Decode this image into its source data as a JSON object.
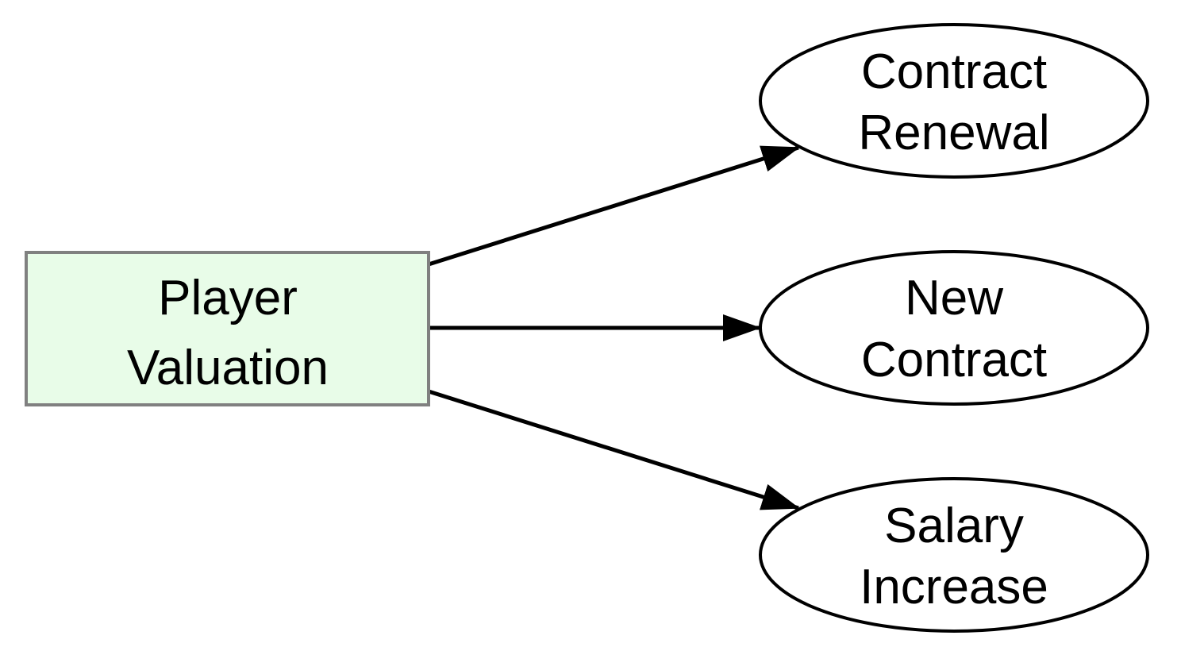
{
  "diagram": {
    "colors": {
      "source_fill": "#e8fce8",
      "source_stroke": "#808080",
      "edge": "#000000",
      "target_stroke": "#000000"
    },
    "source": {
      "line1": "Player",
      "line2": "Valuation"
    },
    "targets": [
      {
        "line1": "Contract",
        "line2": "Renewal"
      },
      {
        "line1": "New",
        "line2": "Contract"
      },
      {
        "line1": "Salary",
        "line2": "Increase"
      }
    ]
  }
}
